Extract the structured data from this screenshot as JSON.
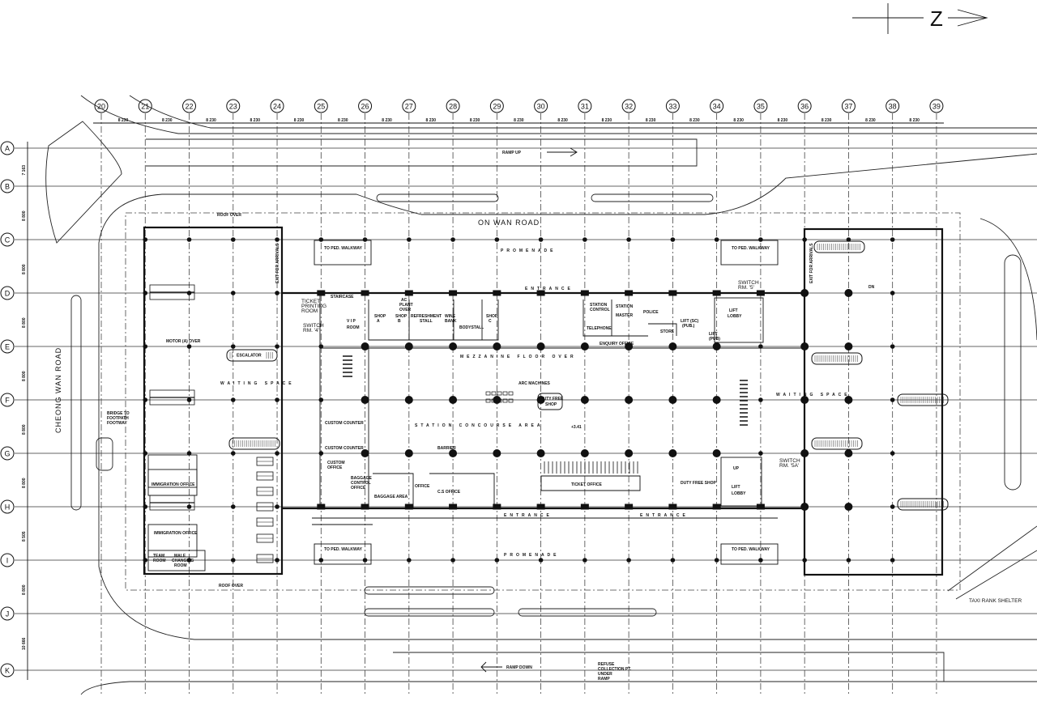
{
  "north_arrow": {
    "label": "Z"
  },
  "grid": {
    "columns": [
      "20",
      "21",
      "22",
      "23",
      "24",
      "25",
      "26",
      "27",
      "28",
      "29",
      "30",
      "31",
      "32",
      "33",
      "34",
      "35",
      "36",
      "37",
      "38",
      "39"
    ],
    "column_spacing": [
      "8 230",
      "8 230",
      "8 230",
      "8 230",
      "8 230",
      "8 230",
      "8 230",
      "8 230",
      "8 230",
      "8 230",
      "8 230",
      "8 230",
      "8 230",
      "8 230",
      "8 230",
      "8 230",
      "8 230",
      "8 230",
      "8 230"
    ],
    "rows": [
      "A",
      "B",
      "C",
      "D",
      "E",
      "F",
      "G",
      "H",
      "I",
      "J",
      "K"
    ],
    "row_spacing": [
      "7 163",
      "8 800",
      "8 800",
      "8 800",
      "8 800",
      "8 800",
      "8 800",
      "8 505",
      "8 800",
      "10 666"
    ]
  },
  "roads": {
    "on_wan_road": "ON WAN ROAD",
    "cheong_wan_road": "CHEONG WAN ROAD",
    "ramp_up": "RAMP UP",
    "ramp_down": "RAMP DOWN",
    "refuse": [
      "REFUSE",
      "COLLECTION PT.",
      "UNDER",
      "RAMP"
    ],
    "footbridge": [
      "BRIDGE TO",
      "FOOTPATH",
      "FOOTWAY"
    ],
    "taxi": "TAXI RANK SHELTER"
  },
  "labels": {
    "promenade_top": "PROMENADE",
    "promenade_bottom": "PROMENADE",
    "entrance_top": "ENTRANCE",
    "entrance_bottom": "ENTRANCE",
    "entrance_bottom2": "ENTRANCE",
    "roof_over_top": "ROOF OVER",
    "roof_over_bottom": "ROOF OVER",
    "ticket_printing": [
      "TICKET",
      "PRINTING",
      "ROOM"
    ],
    "switch_4": [
      "SWITCH",
      "RM. '4'"
    ],
    "switch_5": [
      "SWITCH",
      "RM. '5'"
    ],
    "switch_5a": [
      "SWITCH",
      "RM. '5A'"
    ],
    "staircase": "STAIRCASE",
    "vip_room": [
      "V I P",
      "ROOM"
    ],
    "shop_a": [
      "SHOP",
      "A"
    ],
    "shop_b": [
      "SHOP",
      "B"
    ],
    "shop_c": [
      "SHOP",
      "C"
    ],
    "ac_plant": [
      "AC",
      "PLANT",
      "OVER"
    ],
    "refreshment": [
      "REFRESHMENT",
      "STALL"
    ],
    "wine_bank": [
      "WINE",
      "BANK"
    ],
    "bodystall": "BODYSTALL",
    "station_control": [
      "STATION",
      "CONTROL"
    ],
    "telephone": "TELEPHONE",
    "station_master": [
      "STATION",
      "MASTER"
    ],
    "police": "POLICE",
    "store": "STORE",
    "lift_pub": [
      "LIFT (SC)",
      "(PUB.)"
    ],
    "lift_pub2": [
      "LIFT",
      "(PUB)"
    ],
    "lift_lobby_top": [
      "LIFT",
      "LOBBY"
    ],
    "lift_lobby_bottom": [
      "LIFT",
      "LOBBY"
    ],
    "enquiry": "ENQUIRY OFFICE",
    "mezzanine": "MEZZANINE FLOOR OVER",
    "waiting_left": "WAITING SPACE",
    "waiting_right": "WAITING SPACE",
    "concourse": "STATION CONCOURSE AREA",
    "arc_machines": "ARC MACHINES",
    "duty_free": [
      "DUTY FREE",
      "SHOP"
    ],
    "duty_free_shop": "DUTY FREE SHOP",
    "level": "+3.41",
    "custom_counter1": "CUSTOM COUNTER",
    "custom_counter2": "CUSTOM COUNTER",
    "custom_office": [
      "CUSTOM",
      "OFFICE"
    ],
    "baggage_control": [
      "BAGGAGE",
      "CONTROL",
      "OFFICE"
    ],
    "baggage_area": "BAGGAGE AREA",
    "office": "OFFICE",
    "cs_office": "C.S OFFICE",
    "barrier": "BARRIER",
    "ticket_office": "TICKET OFFICE",
    "immigration_office1": "IMMIGRATION OFFICE",
    "immigration_office2": "IMMIGRATION OFFICE",
    "male_changing": [
      "MALE",
      "CHANGING",
      "ROOM"
    ],
    "team_room": [
      "TEAM",
      "ROOM"
    ],
    "walkway_top_left": "TO PED. WALKWAY",
    "walkway_top_right": "TO PED. WALKWAY",
    "walkway_bottom_left": "TO PED. WALKWAY",
    "walkway_bottom_right": "TO PED. WALKWAY",
    "escalator": "ESCALATOR",
    "motor_room": "MOTOR (A) OVER",
    "exit_arrivals": "EXIT FOR ARRIVALS",
    "up": "UP",
    "dn": "DN"
  }
}
